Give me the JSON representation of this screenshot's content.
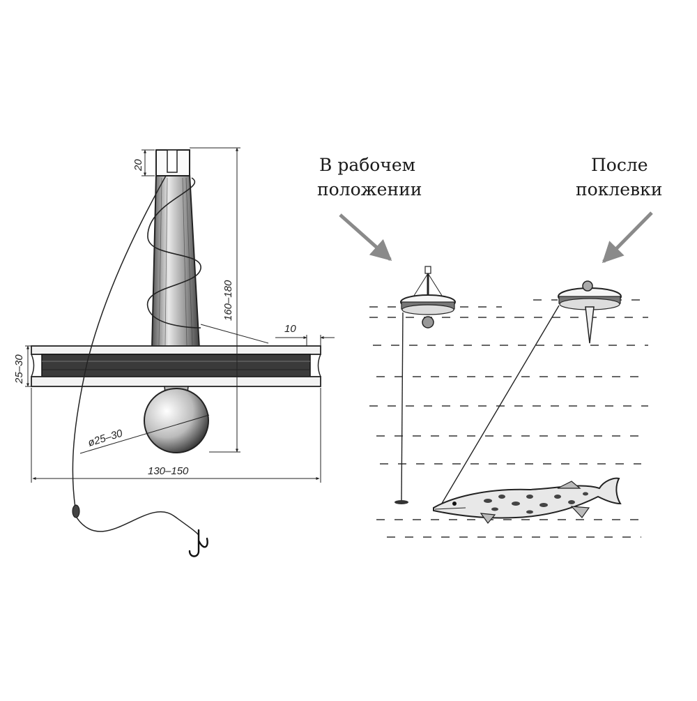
{
  "dimensions": {
    "top_height": "20",
    "total_height": "160–180",
    "rim_width": "10",
    "disc_thickness": "25–30",
    "ball_diameter": "ø25–30",
    "disc_diameter": "130–150"
  },
  "captions": {
    "working_line1": "В рабочем",
    "working_line2": "положении",
    "bite_line1": "После",
    "bite_line2": "поклевки"
  },
  "colors": {
    "ink": "#1a1a1a",
    "arrow": "#8a8a8a",
    "water": "#333333",
    "background": "#ffffff"
  }
}
